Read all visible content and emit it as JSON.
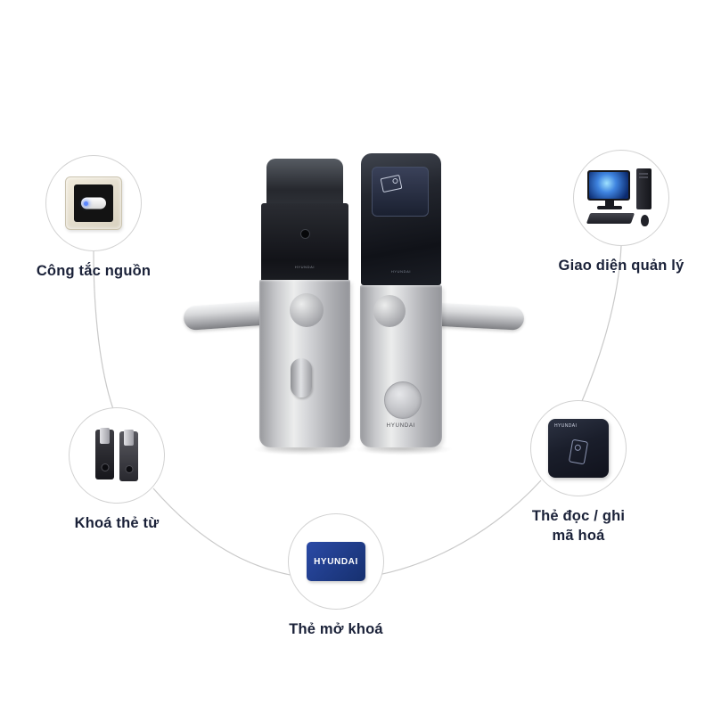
{
  "features": {
    "power_switch": {
      "label": "Công tắc nguồn"
    },
    "management_ui": {
      "label": "Giao diện quản lý"
    },
    "card_lock": {
      "label": "Khoá thẻ từ"
    },
    "encoder": {
      "label_line1": "Thẻ đọc / ghi",
      "label_line2": "mã hoá"
    },
    "unlock_card": {
      "label": "Thẻ mở khoá",
      "card_text": "HYUNDAI"
    }
  },
  "lock": {
    "brand": "HYUNDAI"
  },
  "colors": {
    "card_blue": "#1e3e8f",
    "label_text": "#1a2138",
    "connector_gray": "#c9c9c9"
  }
}
